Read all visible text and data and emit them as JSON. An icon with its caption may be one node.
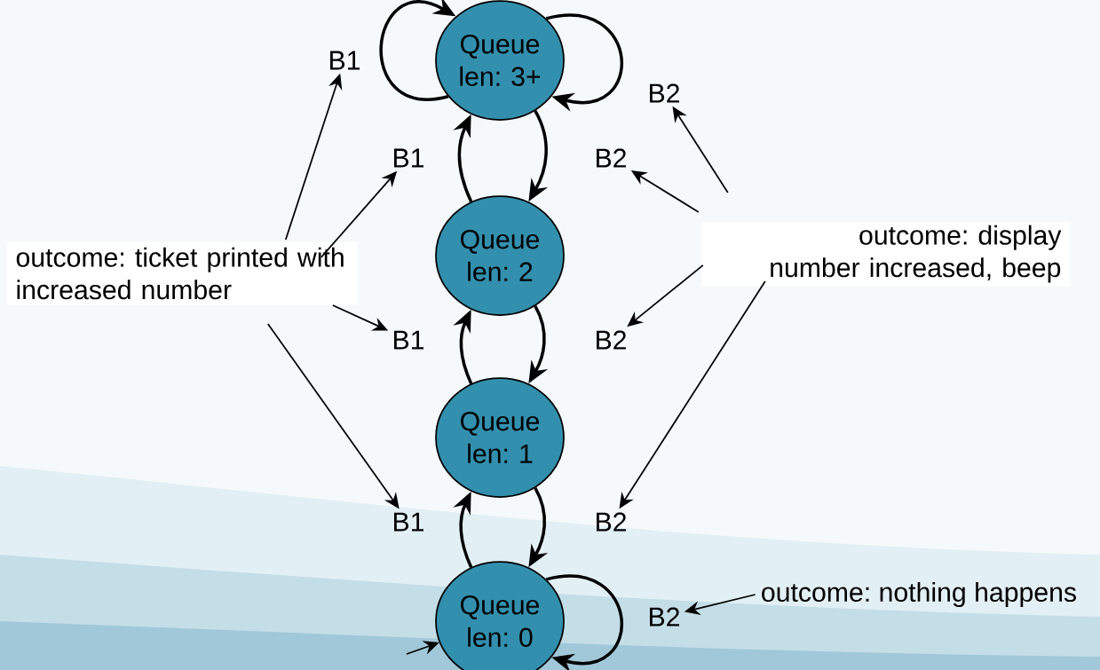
{
  "diagram": {
    "nodes": [
      {
        "text": [
          "Queue len: 3+"
        ]
      },
      {
        "text": [
          "Queue len: 2"
        ]
      },
      {
        "text": [
          "Queue len: 1"
        ]
      },
      {
        "text": [
          "Queue len: 0"
        ]
      },
      {
        "text": [
          "B1"
        ]
      },
      {
        "text": [
          "B2"
        ]
      },
      {
        "text": [
          "B1"
        ]
      },
      {
        "text": [
          "B2"
        ]
      },
      {
        "text": [
          "B1"
        ]
      },
      {
        "text": [
          "B2"
        ]
      },
      {
        "text": [
          "B1"
        ]
      },
      {
        "text": [
          "B2"
        ]
      },
      {
        "text": [
          "B2"
        ]
      },
      {
        "text": [
          "outcome: ticket printed with increased number"
        ]
      },
      {
        "text": [
          "outcome: display number increased, beep"
        ]
      },
      {
        "text": [
          "outcome: nothing happens"
        ]
      }
    ],
    "edges": [
      {
        "from": 0,
        "to": 0,
        "arrow": "to"
      },
      {
        "from": 0,
        "to": 0,
        "arrow": "to"
      },
      {
        "from": 1,
        "to": 0,
        "arrow": "to"
      },
      {
        "from": 0,
        "to": 1,
        "arrow": "to"
      },
      {
        "from": 2,
        "to": 1,
        "arrow": "to"
      },
      {
        "from": 1,
        "to": 2,
        "arrow": "to"
      },
      {
        "from": 3,
        "to": 2,
        "arrow": "to"
      },
      {
        "from": 2,
        "to": 3,
        "arrow": "to"
      },
      {
        "from": 3,
        "to": 3,
        "arrow": "to"
      },
      {
        "from": null,
        "to": 3,
        "arrow": "to"
      },
      {
        "from": 13,
        "to": 4,
        "arrow": "to"
      },
      {
        "from": 13,
        "to": 6,
        "arrow": "to"
      },
      {
        "from": 13,
        "to": 8,
        "arrow": "to"
      },
      {
        "from": 13,
        "to": 10,
        "arrow": "to"
      },
      {
        "from": 14,
        "to": 5,
        "arrow": "to"
      },
      {
        "from": 14,
        "to": 7,
        "arrow": "to"
      },
      {
        "from": 14,
        "to": 9,
        "arrow": "to"
      },
      {
        "from": 14,
        "to": 11,
        "arrow": "to"
      },
      {
        "from": 15,
        "to": 12,
        "arrow": "to"
      }
    ]
  }
}
